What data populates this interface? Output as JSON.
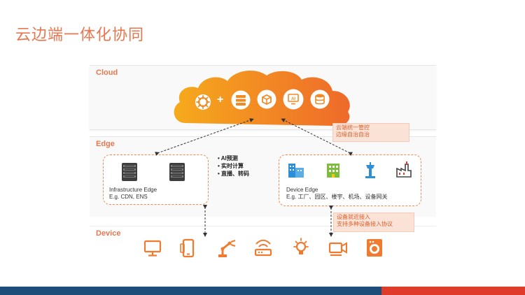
{
  "title": "云边端一体化协同",
  "layers": {
    "cloud": "Cloud",
    "edge": "Edge",
    "device": "Device"
  },
  "cloud": {
    "plus": "+",
    "ai_label": "AI"
  },
  "infra_edge": {
    "line1": "Infrastructure Edge",
    "line2": "E.g. CDN, ENS"
  },
  "device_edge": {
    "line1": "Device Edge",
    "line2": "E.g. 工厂、园区、楼宇、机场、设备网关"
  },
  "middle_list": [
    "• AI预测",
    "• 实时计算",
    "• 直播、转码"
  ],
  "note_cloud": [
    "云端统一管控",
    "边缘自治自治"
  ],
  "note_device": [
    "设备就近接入",
    "支持多种设备接入协议"
  ],
  "colors": {
    "accent": "#e8764f",
    "note_text": "#d9612f",
    "cloud_gradient_start": "#f5a51e",
    "cloud_gradient_end": "#ee6a2a",
    "device_icon": "#f07a2d",
    "building_blue": "#2d8fd5",
    "building_green": "#7cbd3c",
    "bar_blue": "#1d4e7a",
    "bar_red": "#e03a2b"
  },
  "cloud_icons": [
    "helm-icon",
    "server-stack-icon",
    "cube-box-icon",
    "ai-monitor-icon",
    "database-icon"
  ],
  "device_icons": [
    "monitor-icon",
    "smartphone-icon",
    "robot-arm-icon",
    "router-icon",
    "light-bulb-icon",
    "camera-icon",
    "washing-machine-icon"
  ],
  "edge_icons": [
    "office-building-icon",
    "park-building-icon",
    "airport-tower-icon",
    "factory-icon"
  ]
}
